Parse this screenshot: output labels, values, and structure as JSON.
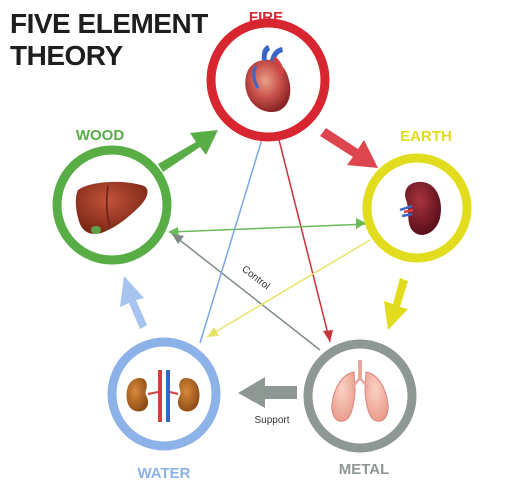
{
  "title": {
    "line1": "FIVE ELEMENT",
    "line2": "THEORY"
  },
  "elements": {
    "fire": {
      "label": "FIRE",
      "organ": "heart",
      "color": "#d7262f"
    },
    "earth": {
      "label": "EARTH",
      "organ": "spleen",
      "color": "#e2dc1f"
    },
    "metal": {
      "label": "METAL",
      "organ": "lungs",
      "color": "#8e9893"
    },
    "water": {
      "label": "WATER",
      "organ": "kidneys",
      "color": "#8db2e8"
    },
    "wood": {
      "label": "WOOD",
      "organ": "liver",
      "color": "#58ad45"
    }
  },
  "cycle_labels": {
    "control": "Control",
    "support": "Support"
  }
}
